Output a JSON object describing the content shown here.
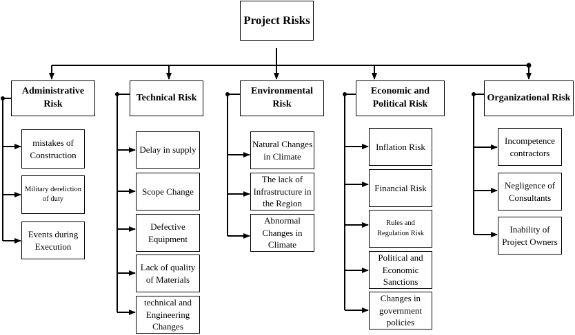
{
  "root": {
    "label": "Project Risks"
  },
  "categories": [
    {
      "label": "Administrative Risk",
      "items": [
        "mistakes of Construction",
        "Military dereliction of duty",
        "Events during Execution"
      ]
    },
    {
      "label": "Technical Risk",
      "items": [
        "Delay in supply",
        "Scope Change",
        "Defective Equipment",
        "Lack of quality of Materials",
        "technical and Engineering Changes"
      ]
    },
    {
      "label": "Environmental Risk",
      "items": [
        "Natural Changes in Climate",
        "The lack of Infrastructure in the Region",
        "Abnormal Changes in Climate"
      ]
    },
    {
      "label": "Economic and Political Risk",
      "items": [
        "Inflation Risk",
        "Financial Risk",
        "Rules and Regulation Risk",
        "Political and Economic Sanctions",
        "Changes in government policies"
      ]
    },
    {
      "label": "Organizational Risk",
      "items": [
        "Incompetence contractors",
        "Negligence of Consultants",
        "Inability of Project Owners"
      ]
    }
  ],
  "colors": {
    "line": "#000000",
    "box_border": "#000000",
    "background": "#ffffff"
  }
}
